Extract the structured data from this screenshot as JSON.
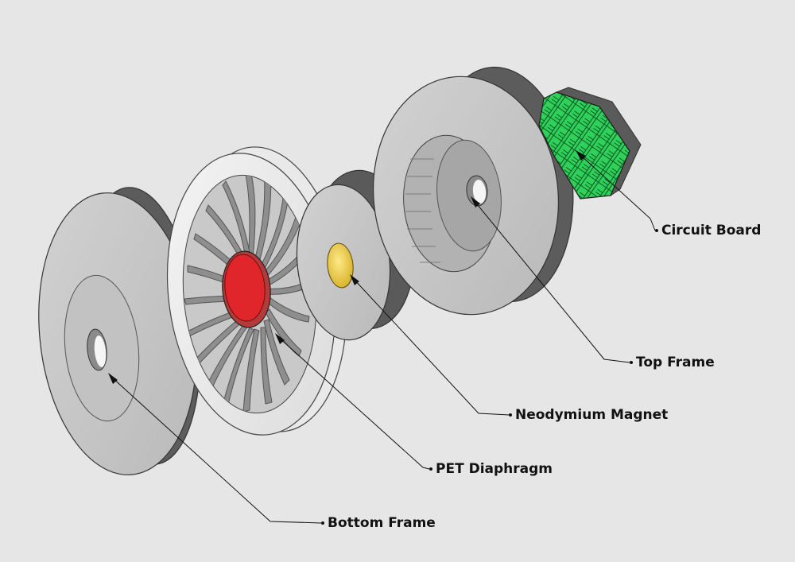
{
  "labels": {
    "circuit_board": "Circuit Board",
    "top_frame": "Top Frame",
    "neodymium_magnet": "Neodymium Magnet",
    "pet_diaphragm": "PET Diaphragm",
    "bottom_frame": "Bottom Frame"
  },
  "colors": {
    "background": "#e6e6e6",
    "frame_face": "#c4c4c4",
    "frame_edge": "#5a5a5a",
    "diaphragm": "#e0262a",
    "magnet_core": "#f2d34a",
    "circuit_board": "#2fd15a",
    "leader_line": "#111111"
  }
}
